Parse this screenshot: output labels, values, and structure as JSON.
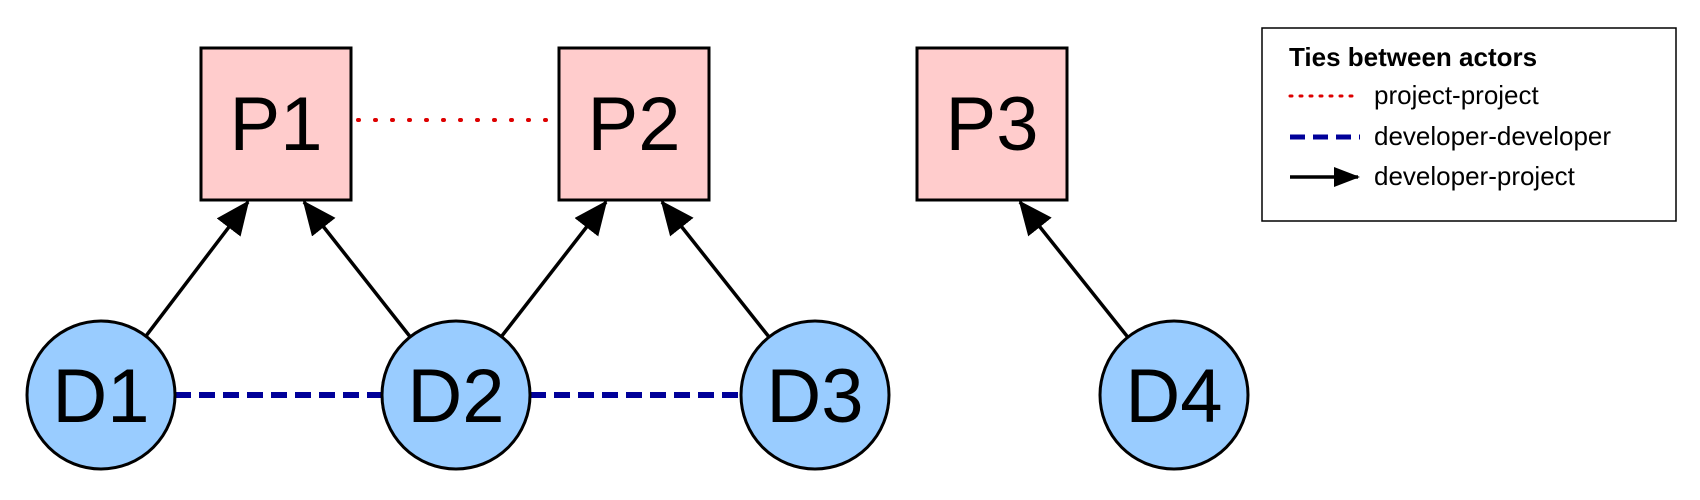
{
  "colors": {
    "project_fill": "#ffcccc",
    "developer_fill": "#99ccff",
    "project_project_tie": "#dd0000",
    "developer_developer_tie": "#000099",
    "developer_project_tie": "#000000"
  },
  "projects": [
    {
      "id": "P1",
      "label": "P1"
    },
    {
      "id": "P2",
      "label": "P2"
    },
    {
      "id": "P3",
      "label": "P3"
    }
  ],
  "developers": [
    {
      "id": "D1",
      "label": "D1"
    },
    {
      "id": "D2",
      "label": "D2"
    },
    {
      "id": "D3",
      "label": "D3"
    },
    {
      "id": "D4",
      "label": "D4"
    }
  ],
  "ties": {
    "project_project": [
      [
        "P1",
        "P2"
      ]
    ],
    "developer_developer": [
      [
        "D1",
        "D2"
      ],
      [
        "D2",
        "D3"
      ]
    ],
    "developer_project": [
      [
        "D1",
        "P1"
      ],
      [
        "D2",
        "P1"
      ],
      [
        "D2",
        "P2"
      ],
      [
        "D3",
        "P2"
      ],
      [
        "D4",
        "P3"
      ]
    ]
  },
  "legend": {
    "title": "Ties between actors",
    "items": [
      {
        "style": "dotted",
        "label": "project-project"
      },
      {
        "style": "dashed",
        "label": "developer-developer"
      },
      {
        "style": "arrow",
        "label": "developer-project"
      }
    ]
  }
}
